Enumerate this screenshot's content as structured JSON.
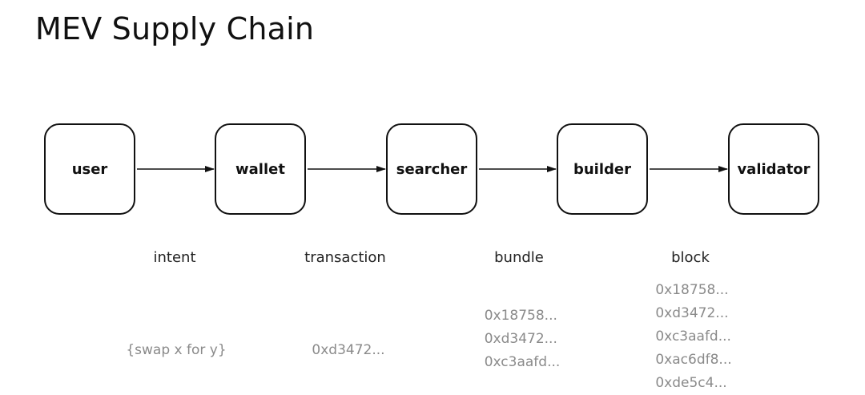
{
  "title": "MEV Supply Chain",
  "nodes": [
    {
      "id": "user",
      "label": "user"
    },
    {
      "id": "wallet",
      "label": "wallet"
    },
    {
      "id": "searcher",
      "label": "searcher"
    },
    {
      "id": "builder",
      "label": "builder"
    },
    {
      "id": "validator",
      "label": "validator"
    }
  ],
  "edges": [
    {
      "from": "user",
      "to": "wallet"
    },
    {
      "from": "wallet",
      "to": "searcher"
    },
    {
      "from": "searcher",
      "to": "builder"
    },
    {
      "from": "builder",
      "to": "validator"
    }
  ],
  "stages": [
    {
      "label": "intent",
      "examples": [
        "{swap x for y}"
      ]
    },
    {
      "label": "transaction",
      "examples": [
        "0xd3472..."
      ]
    },
    {
      "label": "bundle",
      "examples": [
        "0x18758...",
        "0xd3472...",
        "0xc3aafd..."
      ]
    },
    {
      "label": "block",
      "examples": [
        "0x18758...",
        "0xd3472...",
        "0xc3aafd...",
        "0xac6df8...",
        "0xde5c4..."
      ]
    }
  ]
}
